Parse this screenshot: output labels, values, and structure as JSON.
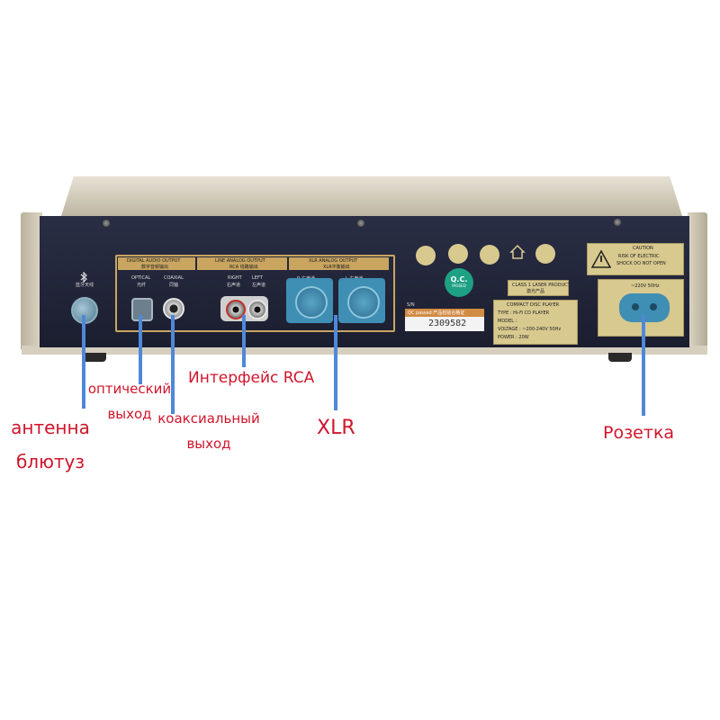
{
  "panel": {
    "bluetooth_label": "蓝牙天线",
    "digital_header": "DIGITAL AUDIO OUTPUT",
    "digital_sub": "数字音频输出",
    "optical_label": "OPTICAL",
    "optical_sub": "光纤",
    "coaxial_label": "COAXIAL",
    "coaxial_sub": "同轴",
    "line_header": "LINE ANALOG OUTPUT",
    "line_sub": "RCA 线路输出",
    "right_label": "RIGHT",
    "right_sub": "右声道",
    "left_label": "LEFT",
    "left_sub": "左声道",
    "xlr_header": "XLR ANALOG OUTPUT",
    "xlr_sub": "XLR平衡输出",
    "xlr_r": "R 右声道",
    "xlr_l": "L 左声道",
    "qc_badge": "Q.C.",
    "qc_badge_sub": "PASSED",
    "serial_label": "S/N",
    "qc_strip": "QC passed 产品检验合格证",
    "serial_number": "2309582",
    "laser_label": "CLASS 1 LASER PRODUCT",
    "laser_sub": "激光产品",
    "spec_title": "COMPACT DISC PLAYER",
    "spec_type": "TYPE : Hi-Fi CD PLAYER",
    "spec_model": "MODEL :",
    "spec_voltage": "VOLTAGE : ~200-240V 50Hz",
    "spec_power": "POWER : 20W",
    "caution_title": "CAUTION",
    "caution_line1": "RISK OF ELECTRIC",
    "caution_line2": "SHOCK DO NOT OPEN",
    "power_rating": "~220V 50Hz",
    "colors": {
      "callout": "#d0152b",
      "lead": "#4f88d8",
      "panel": "#202438",
      "chassis": "#c9c1ad",
      "gold": "#c9a560",
      "connector": "#3f8eb4"
    }
  },
  "callouts": {
    "optical": "оптический выход",
    "coaxial": "коаксиальный выход",
    "rca": "Интерфейс RCA",
    "xlr": "XLR",
    "bluetooth": "антенна блютуз",
    "power": "Розетка"
  }
}
